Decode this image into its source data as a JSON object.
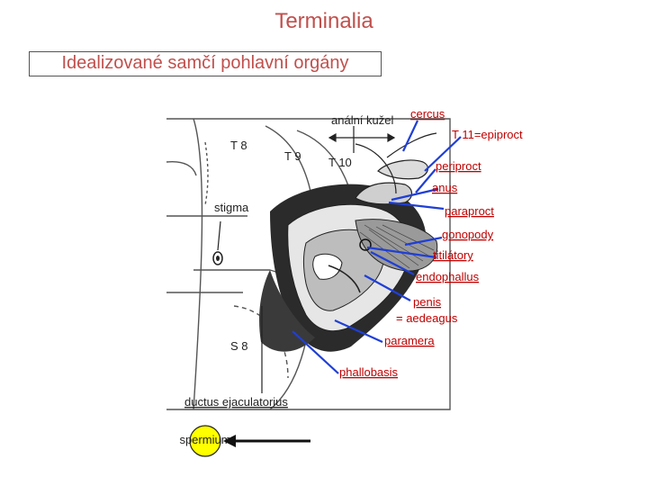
{
  "title": "Terminalia",
  "subtitle": "Idealizované samčí pohlavní orgány",
  "labels": {
    "analni_kuzel": "anální kužel",
    "cercus": "cercus",
    "t11": "T 11=epiproct",
    "t8": "T 8",
    "t9": "T 9",
    "t10": "T 10",
    "periproct": "periproct",
    "anus": "anus",
    "stigma": "stigma",
    "paraproct": "paraproct",
    "gonopody": "gonopody",
    "titilatory": "titilátory",
    "endophallus": "endophallus",
    "penis": "penis",
    "aedeagus": "= aedeagus",
    "paramera": "paramera",
    "s8": "S 8",
    "phallobasis": "phallobasis",
    "ductus": "ductus ejaculatorius",
    "sperm": "spermium"
  },
  "colors": {
    "title": "#c0504d",
    "label_red": "#c00000",
    "pointer": "#1f3fd6",
    "sperm_fill": "#ffff00"
  }
}
